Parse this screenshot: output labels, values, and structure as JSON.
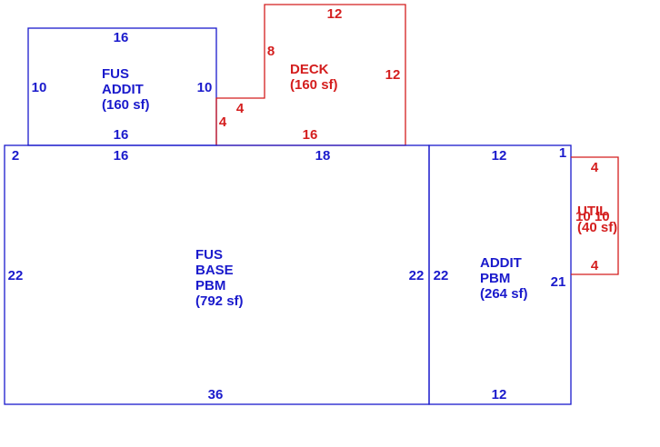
{
  "colors": {
    "blue": "#1a1acc",
    "red": "#d41e1e",
    "background": "#ffffff"
  },
  "areas": {
    "fus_addit": {
      "lines": [
        "FUS",
        "ADDIT",
        "(160 sf)"
      ],
      "dims": {
        "top": "16",
        "bottom": "16",
        "left": "10",
        "right": "10"
      }
    },
    "deck": {
      "lines": [
        "DECK",
        "(160 sf)"
      ],
      "dims": {
        "top": "12",
        "right": "12",
        "bottom": "16",
        "left_upper": "8",
        "step": "4",
        "left_lower": "4"
      }
    },
    "fus_base_pbm": {
      "lines": [
        "FUS",
        "BASE",
        "PBM",
        "(792 sf)"
      ],
      "dims": {
        "top_left": "2",
        "top_mid": "16",
        "top_right": "18",
        "bottom": "36",
        "left": "22",
        "right": "22"
      }
    },
    "addit_pbm": {
      "lines": [
        "ADDIT",
        "PBM",
        "(264 sf)"
      ],
      "dims": {
        "top": "12",
        "bottom": "12",
        "left": "22",
        "right": "21",
        "corner": "1"
      }
    },
    "util": {
      "lines": [
        "UTIL",
        "(40 sf)"
      ],
      "overlap_label": "10 10",
      "dims": {
        "top": "4",
        "bottom": "4"
      }
    }
  }
}
